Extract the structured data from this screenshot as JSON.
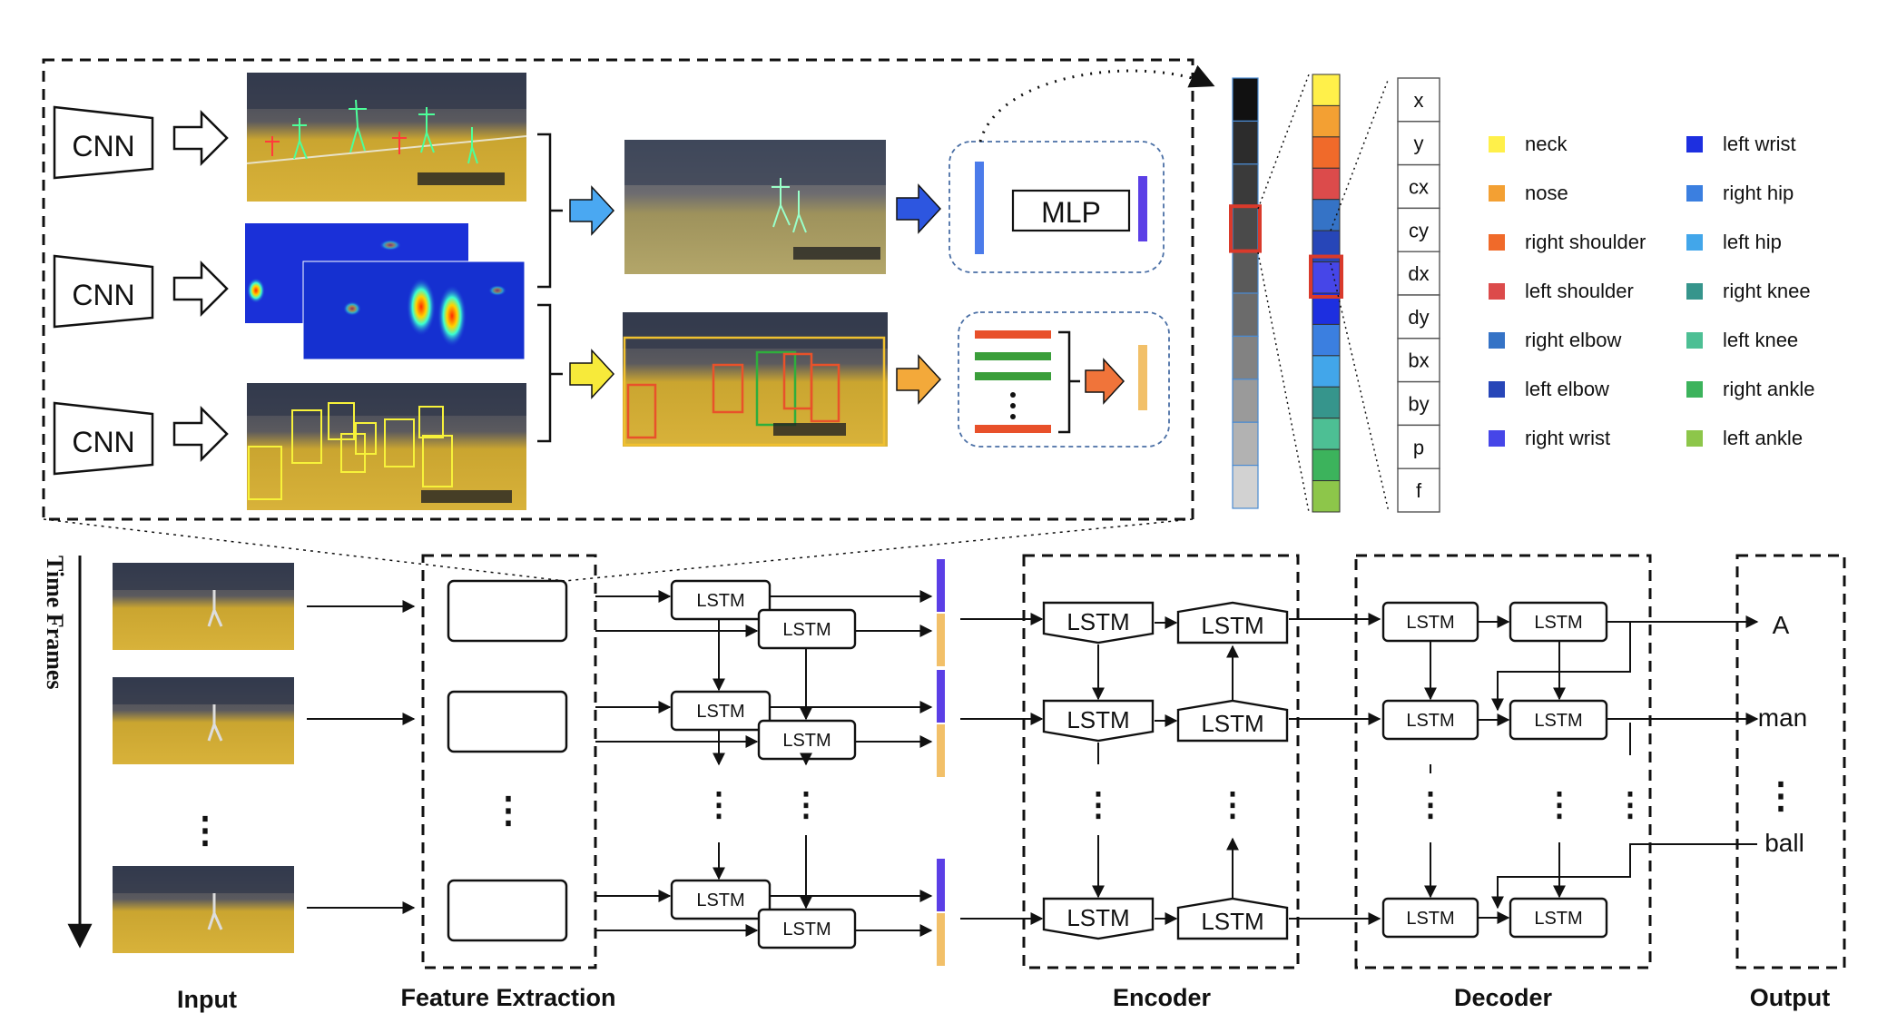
{
  "cnn_label": "CNN",
  "mlp_label": "MLP",
  "lstm_label": "LSTM",
  "time_axis_label": "Time Frames",
  "section_labels": {
    "input": "Input",
    "feature_extraction": "Feature Extraction",
    "encoder": "Encoder",
    "decoder": "Decoder",
    "output": "Output"
  },
  "vector_fields": [
    "x",
    "y",
    "cx",
    "cy",
    "dx",
    "dy",
    "bx",
    "by",
    "p",
    "f"
  ],
  "keypoint_legend": [
    {
      "label": "neck",
      "color": "#FFF04A"
    },
    {
      "label": "nose",
      "color": "#F3A033"
    },
    {
      "label": "right shoulder",
      "color": "#F06A2A"
    },
    {
      "label": "left shoulder",
      "color": "#DC4B4B"
    },
    {
      "label": "right elbow",
      "color": "#3573C6"
    },
    {
      "label": "left elbow",
      "color": "#2746B8"
    },
    {
      "label": "right wrist",
      "color": "#4646E8"
    },
    {
      "label": "left wrist",
      "color": "#1D2FE0"
    },
    {
      "label": "right hip",
      "color": "#3B7FE0"
    },
    {
      "label": "left hip",
      "color": "#42A6EA"
    },
    {
      "label": "right knee",
      "color": "#36958C"
    },
    {
      "label": "left knee",
      "color": "#4DBF94"
    },
    {
      "label": "right ankle",
      "color": "#3CB35C"
    },
    {
      "label": "left ankle",
      "color": "#8DC64A"
    }
  ],
  "outputs": {
    "word1": "A",
    "word2": "man",
    "word_last": "ball",
    "ellipsis": "⋮"
  },
  "colors": {
    "pose_bar": "#4B7BEA",
    "pose_feature": "#5B3FE6",
    "object_feature": "#F2C069",
    "arrow_blue_light": "#4AA8F2",
    "arrow_blue_dark": "#2D56E0",
    "arrow_yellow": "#F7EA3A",
    "arrow_orange": "#F3A93A",
    "arrow_red_orange": "#F0743A",
    "highlight_red": "#D93A2B"
  }
}
